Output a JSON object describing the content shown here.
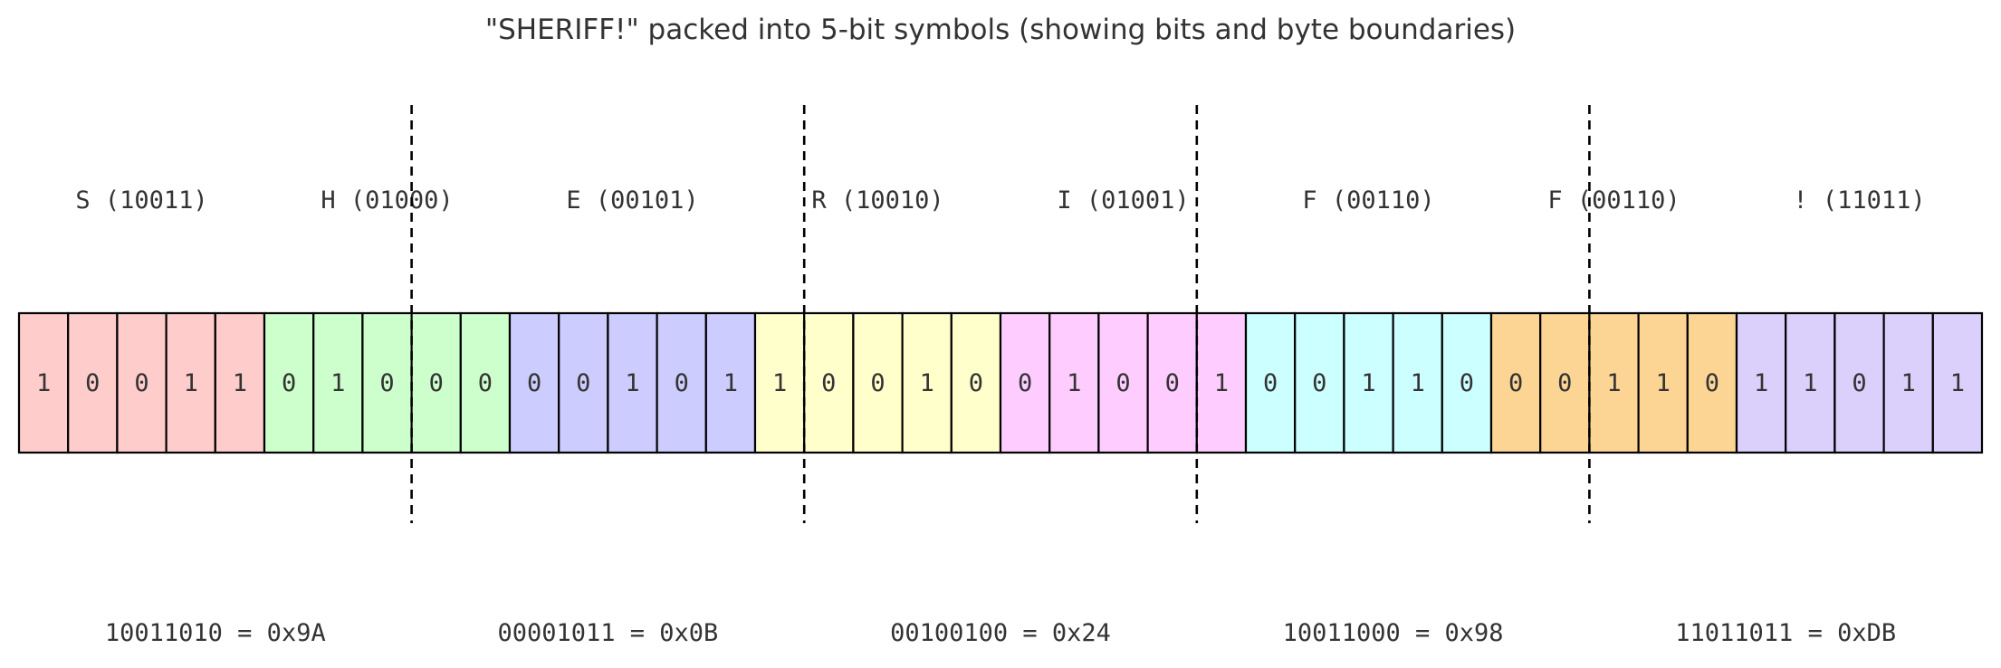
{
  "title": "\"SHERIFF!\" packed into 5-bit symbols (showing bits and byte boundaries)",
  "symbols": [
    {
      "label": "S (10011)",
      "bits": [
        "1",
        "0",
        "0",
        "1",
        "1"
      ],
      "color": "#ffcccc"
    },
    {
      "label": "H (01000)",
      "bits": [
        "0",
        "1",
        "0",
        "0",
        "0"
      ],
      "color": "#ccffcc"
    },
    {
      "label": "E (00101)",
      "bits": [
        "0",
        "0",
        "1",
        "0",
        "1"
      ],
      "color": "#ccccff"
    },
    {
      "label": "R (10010)",
      "bits": [
        "1",
        "0",
        "0",
        "1",
        "0"
      ],
      "color": "#ffffcc"
    },
    {
      "label": "I (01001)",
      "bits": [
        "0",
        "1",
        "0",
        "0",
        "1"
      ],
      "color": "#ffccff"
    },
    {
      "label": "F (00110)",
      "bits": [
        "0",
        "0",
        "1",
        "1",
        "0"
      ],
      "color": "#ccffff"
    },
    {
      "label": "F (00110)",
      "bits": [
        "0",
        "0",
        "1",
        "1",
        "0"
      ],
      "color": "#fcd595"
    },
    {
      "label": "! (11011)",
      "bits": [
        "1",
        "1",
        "0",
        "1",
        "1"
      ],
      "color": "#dad0fb"
    }
  ],
  "bytes": [
    "10011010 = 0x9A",
    "00001011 = 0x0B",
    "00100100 = 0x24",
    "10011000 = 0x98",
    "11011011 = 0xDB"
  ],
  "boundary_color": "#000000"
}
